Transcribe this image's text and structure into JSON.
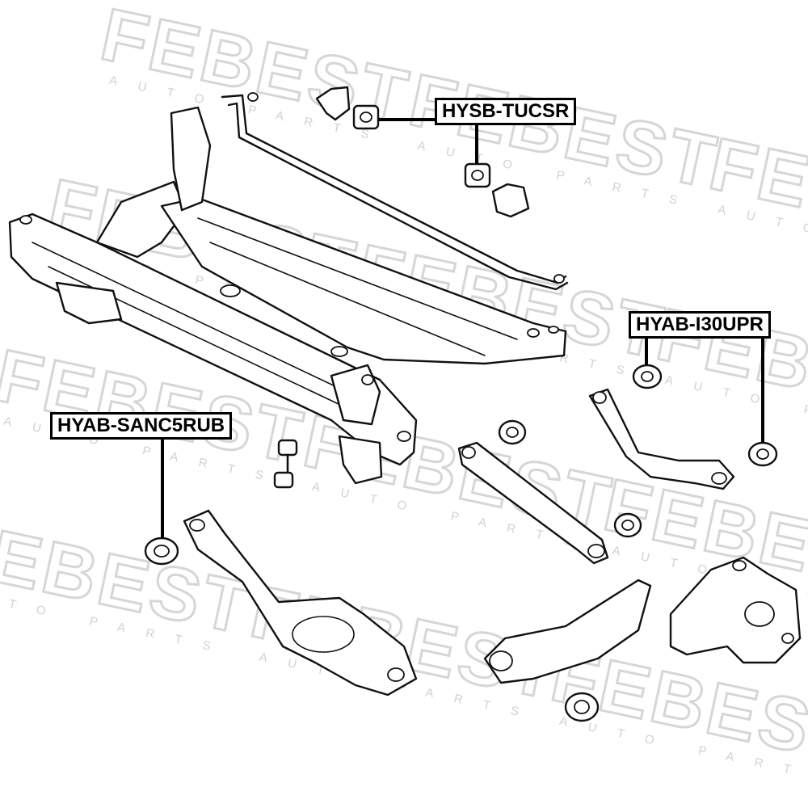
{
  "watermark": {
    "brand": "FEBEST",
    "tagline": "AUTO PARTS"
  },
  "labels": {
    "sway_bar_bushing": "HYSB-TUCSR",
    "upper_arm_bushing": "HYAB-I30UPR",
    "lower_arm_bushing": "HYAB-SANC5RUB"
  }
}
